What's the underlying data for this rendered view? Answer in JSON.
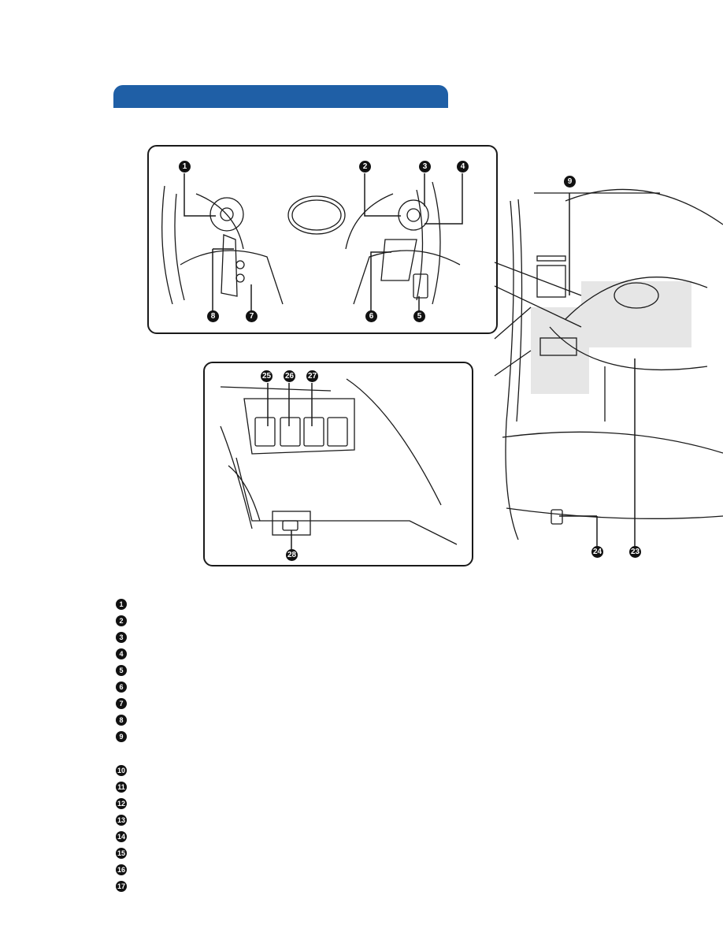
{
  "header": {
    "title": ""
  },
  "colors": {
    "header_bar": "#1f5fa6",
    "callout_badge": "#111111",
    "line_art": "#1a1a1a",
    "shaded_area": "#e6e6e6"
  },
  "callouts": {
    "c1": "1",
    "c2": "2",
    "c3": "3",
    "c4": "4",
    "c5": "5",
    "c6": "6",
    "c7": "7",
    "c8": "8",
    "c9": "9",
    "c23": "23",
    "c24": "24",
    "c25": "25",
    "c26": "26",
    "c27": "27",
    "c28": "28"
  },
  "legend": [
    {
      "num": "1",
      "text": ""
    },
    {
      "num": "2",
      "text": ""
    },
    {
      "num": "3",
      "text": ""
    },
    {
      "num": "4",
      "text": ""
    },
    {
      "num": "5",
      "text": ""
    },
    {
      "num": "6",
      "text": ""
    },
    {
      "num": "7",
      "text": ""
    },
    {
      "num": "8",
      "text": ""
    },
    {
      "num": "9",
      "text": ""
    },
    {
      "num": "10",
      "text": ""
    },
    {
      "num": "11",
      "text": ""
    },
    {
      "num": "12",
      "text": ""
    },
    {
      "num": "13",
      "text": ""
    },
    {
      "num": "14",
      "text": ""
    },
    {
      "num": "15",
      "text": ""
    },
    {
      "num": "16",
      "text": ""
    },
    {
      "num": "17",
      "text": ""
    }
  ]
}
